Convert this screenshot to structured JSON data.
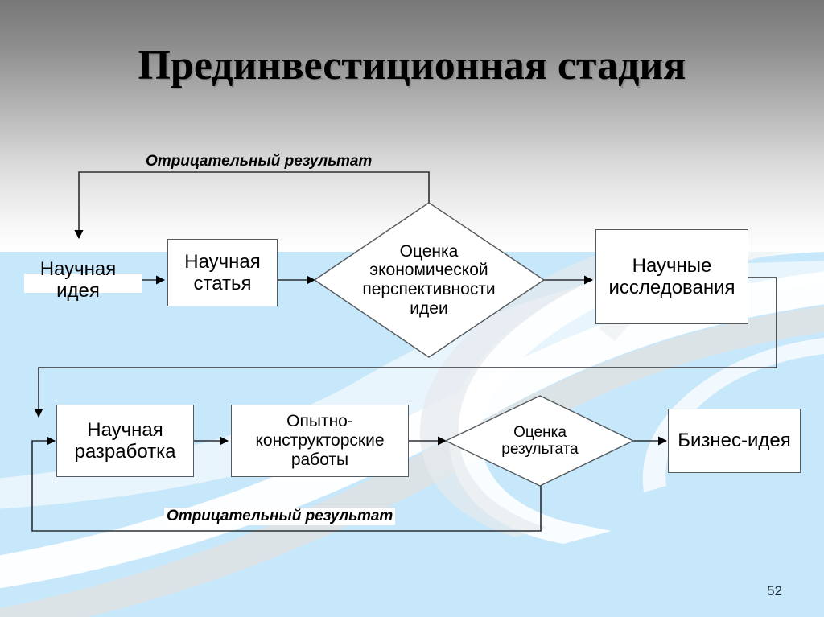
{
  "slide": {
    "title": "Прединвестиционная стадия",
    "page_number": "52"
  },
  "colors": {
    "band": "#c7e7fb",
    "node_fill": "#ffffff",
    "node_stroke": "#555a5e",
    "gradient_top": "#787878",
    "gradient_bottom": "#ffffff",
    "text": "#000000"
  },
  "diagram": {
    "type": "flowchart",
    "nodes": [
      {
        "id": "nauchnaya-ideya",
        "shape": "plain",
        "label": "Научная\nидея"
      },
      {
        "id": "nauchnaya-statya",
        "shape": "rect",
        "label": "Научная\nстатья"
      },
      {
        "id": "ocenka-perspektivnosti",
        "shape": "diamond",
        "label": "Оценка\nэкономической\nперспективности\nидеи"
      },
      {
        "id": "nauchnye-issledovaniya",
        "shape": "rect",
        "label": "Научные\nисследования"
      },
      {
        "id": "nauchnaya-razrabotka",
        "shape": "rect",
        "label": "Научная\nразработка"
      },
      {
        "id": "okr",
        "shape": "rect",
        "label": "Опытно-\nконструкторские\nработы"
      },
      {
        "id": "ocenka-rezultata",
        "shape": "diamond",
        "label": "Оценка\nрезультата"
      },
      {
        "id": "biznes-ideya",
        "shape": "rect",
        "label": "Бизнес-идея"
      }
    ],
    "edge_labels": [
      {
        "id": "negative-result-top",
        "label": "Отрицательный результат"
      },
      {
        "id": "negative-result-bottom",
        "label": "Отрицательный результат"
      }
    ],
    "edges": [
      {
        "from": "nauchnaya-ideya",
        "to": "nauchnaya-statya"
      },
      {
        "from": "nauchnaya-statya",
        "to": "ocenka-perspektivnosti"
      },
      {
        "from": "ocenka-perspektivnosti",
        "to": "nauchnye-issledovaniya"
      },
      {
        "from": "ocenka-perspektivnosti",
        "to": "nauchnaya-ideya",
        "label": "Отрицательный результат"
      },
      {
        "from": "nauchnye-issledovaniya",
        "to": "nauchnaya-razrabotka"
      },
      {
        "from": "nauchnaya-razrabotka",
        "to": "okr"
      },
      {
        "from": "okr",
        "to": "ocenka-rezultata"
      },
      {
        "from": "ocenka-rezultata",
        "to": "biznes-ideya"
      },
      {
        "from": "ocenka-rezultata",
        "to": "nauchnaya-razrabotka",
        "label": "Отрицательный результат"
      }
    ]
  }
}
